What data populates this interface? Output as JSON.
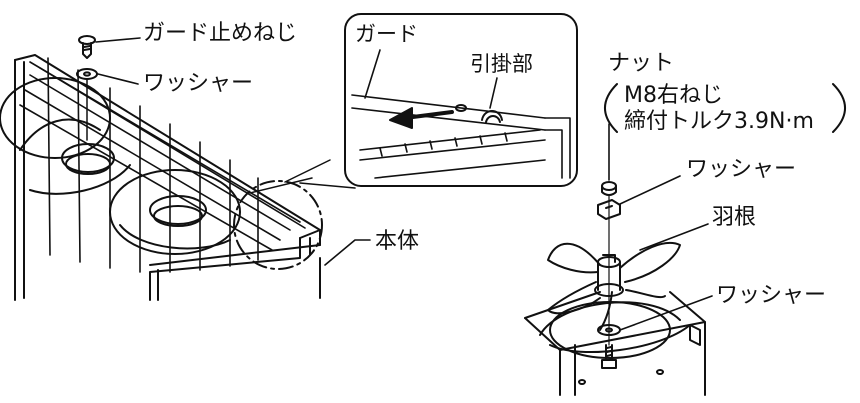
{
  "labels": {
    "guard_screw": "ガード止めねじ",
    "washer_top": "ワッシャー",
    "body": "本体",
    "inset_guard": "ガード",
    "hook": "引掛部",
    "nut": "ナット",
    "nut_spec_line1": "M8右ねじ",
    "nut_spec_line2": "締付トルク3.9N·m",
    "washer_right": "ワッシャー",
    "blade": "羽根",
    "washer_bottom": "ワッシャー"
  }
}
